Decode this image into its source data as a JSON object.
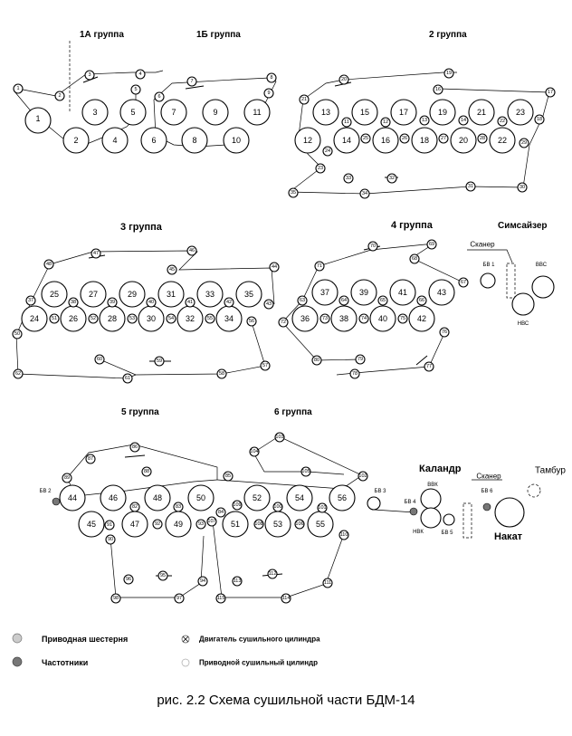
{
  "caption": "рис. 2.2  Схема сушильной части БДМ-14",
  "groups": {
    "g1a": "1А группа",
    "g1b": "1Б группа",
    "g2": "2  группа",
    "g3": "3 группа",
    "g4": "4 группа",
    "sim": "Симсайзер",
    "g5": "5 группа",
    "g6": "6 группа",
    "cal": "Каландр",
    "nakat": "Накат",
    "tambur": "Тамбур",
    "scanner1": "Сканер",
    "scanner2": "Сканер"
  },
  "equipment": {
    "bv1": "БВ 1",
    "bvs": "ВВС",
    "nvs": "НВС",
    "bv2": "БВ 2",
    "bv3": "БВ 3",
    "bv4": "БВ 4",
    "bv5": "БВ 5",
    "bv6": "БВ 6",
    "vvk": "ВВК",
    "nvk": "НВК"
  },
  "legend": {
    "drive_gear": "Приводная шестерня",
    "freq": "Частотники",
    "motor": "Двигатель сушильного цилиндра",
    "driven_cyl": "Приводной сушильный цилиндр"
  },
  "cylinders": {
    "c1": "1",
    "c2": "2",
    "c3": "3",
    "c4": "4",
    "c5": "5",
    "c6": "6",
    "c7": "7",
    "c8": "8",
    "c9": "9",
    "c10": "10",
    "c11": "11",
    "c12": "12",
    "c13": "13",
    "c14": "14",
    "c15": "15",
    "c16": "16",
    "c17": "17",
    "c18": "18",
    "c19": "19",
    "c20": "20",
    "c21": "21",
    "c22": "22",
    "c23": "23",
    "c24": "24",
    "c25": "25",
    "c26": "26",
    "c27": "27",
    "c28": "28",
    "c29": "29",
    "c30": "30",
    "c31": "31",
    "c32": "32",
    "c33": "33",
    "c34": "34",
    "c35": "35",
    "c36": "36",
    "c37": "37",
    "c38": "38",
    "c39": "39",
    "c40": "40",
    "c41": "41",
    "c42": "42",
    "c43": "43",
    "c44": "44",
    "c45": "45",
    "c46": "46",
    "c47": "47",
    "c48": "48",
    "c49": "49",
    "c50": "50",
    "c51": "51",
    "c52": "52",
    "c53": "53",
    "c54": "54",
    "c55": "55",
    "c56": "56"
  },
  "rolls": {
    "r1": "1",
    "r2": "2",
    "r3": "3",
    "r4": "4",
    "r5": "5",
    "r6": "6",
    "r7": "7",
    "r8": "8",
    "r9": "9",
    "r11": "11",
    "r12": "12",
    "r13": "13",
    "r14": "14",
    "r16": "16",
    "r17": "17",
    "r18": "18",
    "r19": "19",
    "r20": "20",
    "r21": "21",
    "r22": "22",
    "r23": "23",
    "r24": "24",
    "r25": "25",
    "r26": "26",
    "r27": "27",
    "r28": "28",
    "r29": "29",
    "r30": "30",
    "r31": "31",
    "r32": "32",
    "r33": "33",
    "r34": "34",
    "r35": "35",
    "r36": "36",
    "r37": "37",
    "r38": "38",
    "r39": "39",
    "r40": "40",
    "r41": "41",
    "r42": "42",
    "r43": "43",
    "r44": "44",
    "r45": "45",
    "r46": "46",
    "r47": "47",
    "r48": "48",
    "r50": "50",
    "r51": "51",
    "r52": "52",
    "r53": "53",
    "r54": "54",
    "r55": "55",
    "r56": "56",
    "r57": "57",
    "r58": "58",
    "r59": "59",
    "r60": "60",
    "r61": "61",
    "r62": "62",
    "r63": "63",
    "r64": "64",
    "r65": "65",
    "r66": "66",
    "r67": "67",
    "r68": "68",
    "r69": "69",
    "r70": "70",
    "r71": "71",
    "r72": "72",
    "r73": "73",
    "r74": "74",
    "r75": "75",
    "r76": "76",
    "r77": "77",
    "r78": "78",
    "r79": "79",
    "r80": "80",
    "r81": "81",
    "r82": "82",
    "r83": "83",
    "r84": "84",
    "r85": "85",
    "r86": "86",
    "r87": "87",
    "r88": "88",
    "r89": "89",
    "r90": "90",
    "r91": "91",
    "r92": "92",
    "r93": "93",
    "r94": "94",
    "r95": "95",
    "r96": "96",
    "r97": "97",
    "r98": "98",
    "r100": "100",
    "r101": "101",
    "r102": "102",
    "r103": "103",
    "r104": "104",
    "r105": "105",
    "r106": "106",
    "r107": "107",
    "r108": "108",
    "r109": "109",
    "r110": "110",
    "r111": "111",
    "r112": "112",
    "r113": "113",
    "r114": "114",
    "r115": "115"
  }
}
